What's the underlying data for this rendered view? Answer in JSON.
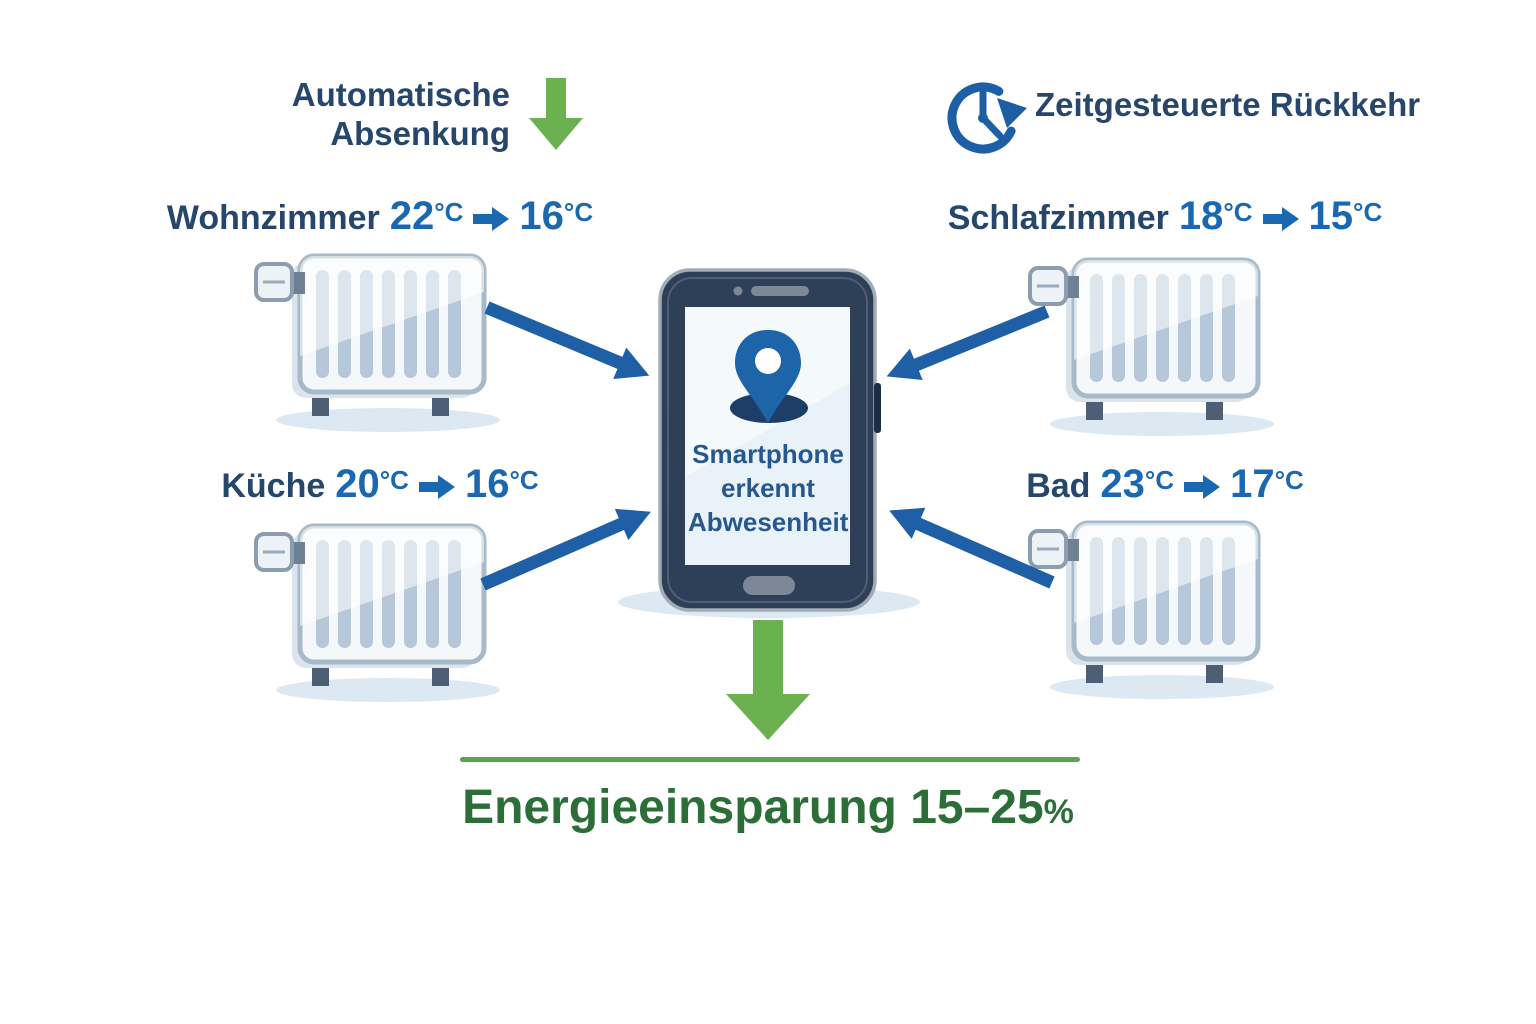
{
  "header": {
    "auto_reduction": {
      "title": "Automatische Absenkung",
      "icon": "green-down-arrow-icon"
    },
    "timed_return": {
      "title": "Zeitgesteuerte Rückkehr",
      "icon": "clock-icon"
    }
  },
  "phone": {
    "text": "Smartphone erkennt Abwesenheit",
    "icon": "location-pin-icon"
  },
  "rooms": [
    {
      "name": "Wohnzimmer",
      "temp_from": "22",
      "temp_to": "16",
      "unit": "°C"
    },
    {
      "name": "Schlafzimmer",
      "temp_from": "18",
      "temp_to": "15",
      "unit": "°C"
    },
    {
      "name": "Küche",
      "temp_from": "20",
      "temp_to": "16",
      "unit": "°C"
    },
    {
      "name": "Bad",
      "temp_from": "23",
      "temp_to": "17",
      "unit": "°C"
    }
  ],
  "savings": {
    "label": "Energieeinsparung",
    "value": "15–25",
    "unit": "%"
  },
  "colors": {
    "navy_text": "#26466b",
    "temp_blue": "#1a67b2",
    "arrow_blue": "#1e5fa5",
    "green_arrow": "#6cb14f",
    "green_line": "#58a74c",
    "green_text": "#2c6e38",
    "phone_body": "#2e3f58",
    "screen": "#e9f2f9"
  }
}
